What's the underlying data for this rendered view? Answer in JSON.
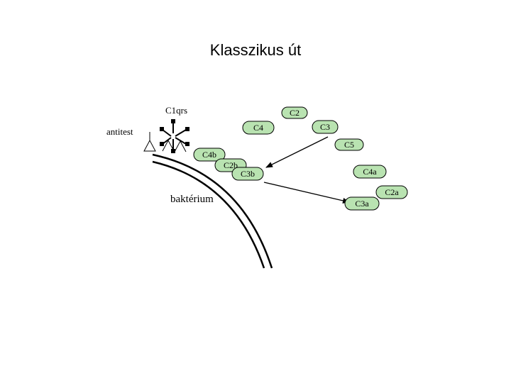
{
  "title": "Klasszikus út",
  "labels": {
    "c1qrs": "C1qrs",
    "antibody": "antitest",
    "bacterium": "baktérium"
  },
  "colors": {
    "node_fill": "#b9e3b1",
    "stroke": "#000000"
  },
  "nodes": {
    "c2": "C2",
    "c4": "C4",
    "c3": "C3",
    "c5": "C5",
    "c4b": "C4b",
    "c2b": "C2b",
    "c3b": "C3b",
    "c4a": "C4a",
    "c2a": "C2a",
    "c3a": "C3a"
  }
}
